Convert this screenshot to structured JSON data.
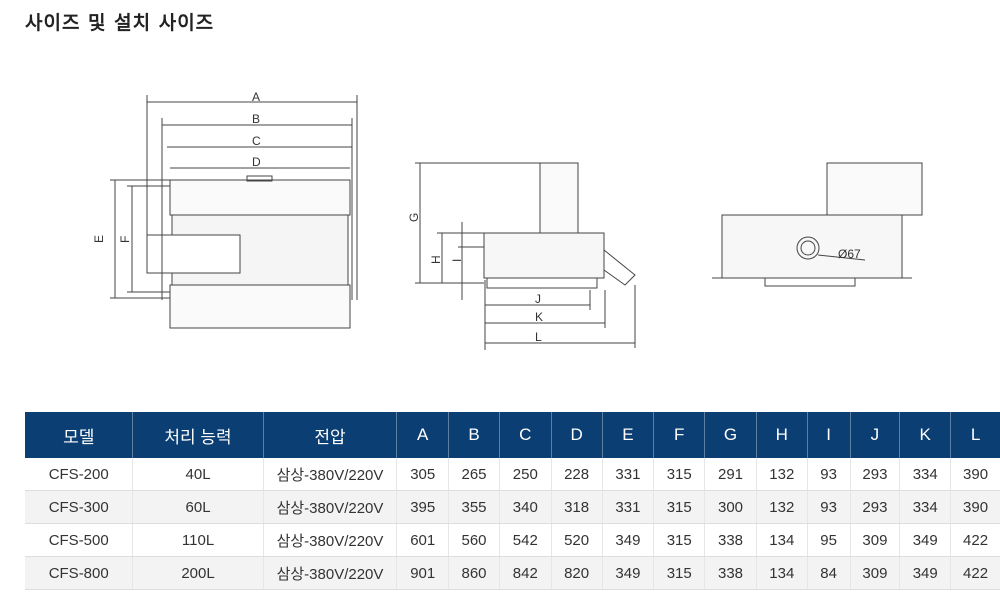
{
  "title": "사이즈 및 설치 사이즈",
  "diagram": {
    "labels": [
      "A",
      "B",
      "C",
      "D",
      "E",
      "F",
      "G",
      "H",
      "I",
      "J",
      "K",
      "L"
    ],
    "diameter": "Ø67"
  },
  "table": {
    "headers": [
      "모델",
      "처리 능력",
      "전압",
      "A",
      "B",
      "C",
      "D",
      "E",
      "F",
      "G",
      "H",
      "I",
      "J",
      "K",
      "L"
    ],
    "rows": [
      [
        "CFS-200",
        "40L",
        "삼상-380V/220V",
        "305",
        "265",
        "250",
        "228",
        "331",
        "315",
        "291",
        "132",
        "93",
        "293",
        "334",
        "390"
      ],
      [
        "CFS-300",
        "60L",
        "삼상-380V/220V",
        "395",
        "355",
        "340",
        "318",
        "331",
        "315",
        "300",
        "132",
        "93",
        "293",
        "334",
        "390"
      ],
      [
        "CFS-500",
        "110L",
        "삼상-380V/220V",
        "601",
        "560",
        "542",
        "520",
        "349",
        "315",
        "338",
        "134",
        "95",
        "309",
        "349",
        "422"
      ],
      [
        "CFS-800",
        "200L",
        "삼상-380V/220V",
        "901",
        "860",
        "842",
        "820",
        "349",
        "315",
        "338",
        "134",
        "84",
        "309",
        "349",
        "422"
      ]
    ]
  }
}
